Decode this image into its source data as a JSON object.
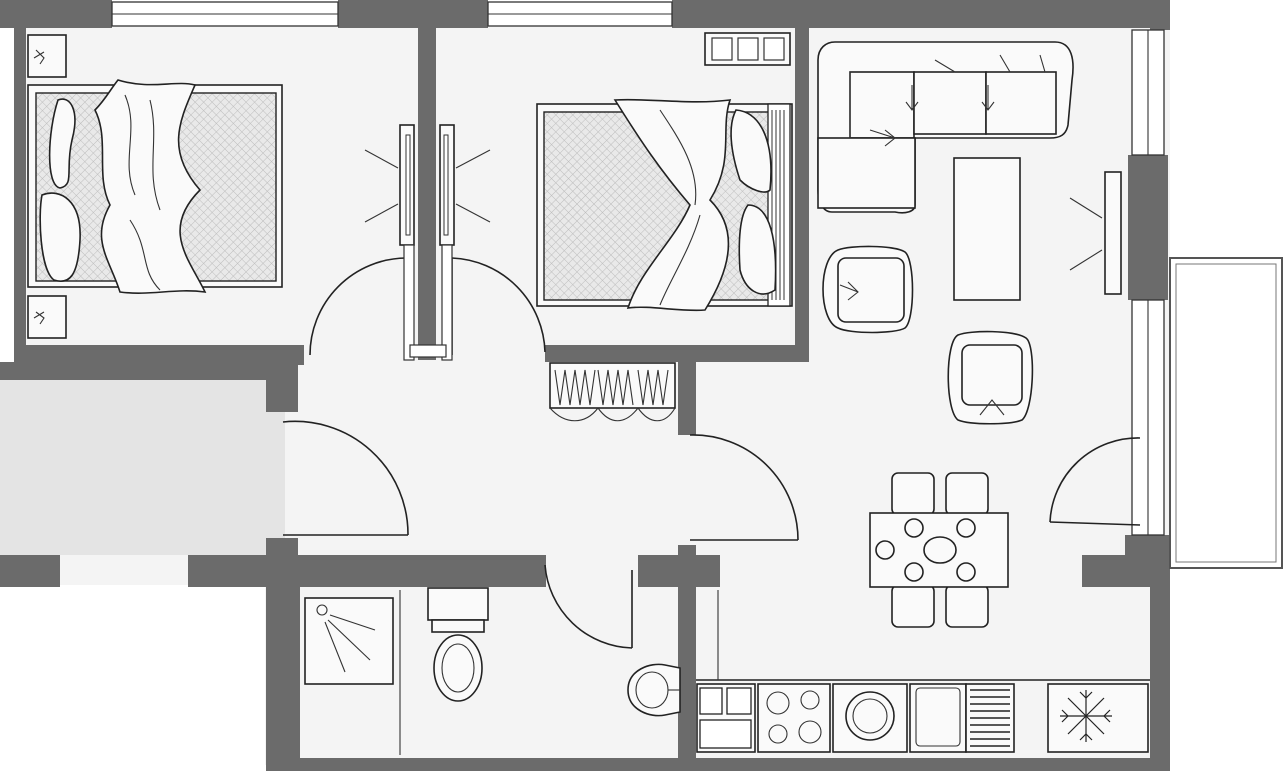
{
  "plan": {
    "colors": {
      "wall": "#6b6b6b",
      "floor": "#f4f4f4",
      "outside": "#ffffff",
      "shaded_area": "#e4e4e4",
      "linework": "#222222"
    },
    "rooms": [
      {
        "id": "bedroom-1"
      },
      {
        "id": "bedroom-2"
      },
      {
        "id": "living-room"
      },
      {
        "id": "hallway"
      },
      {
        "id": "bathroom"
      },
      {
        "id": "kitchen-dining"
      },
      {
        "id": "balcony"
      }
    ],
    "furniture": [
      "double-bed-left",
      "double-bed-right",
      "nightstand-top",
      "nightstand-bottom",
      "wardrobe-double",
      "corner-sofa",
      "coffee-table",
      "armchair-left",
      "armchair-right",
      "dining-table",
      "dining-chairs",
      "shower-tray",
      "toilet",
      "washbasin",
      "kitchen-sink",
      "hob",
      "washing-machine",
      "oven",
      "dishwasher",
      "fridge",
      "tv-unit",
      "shoe-rack",
      "small-cabinet"
    ]
  }
}
